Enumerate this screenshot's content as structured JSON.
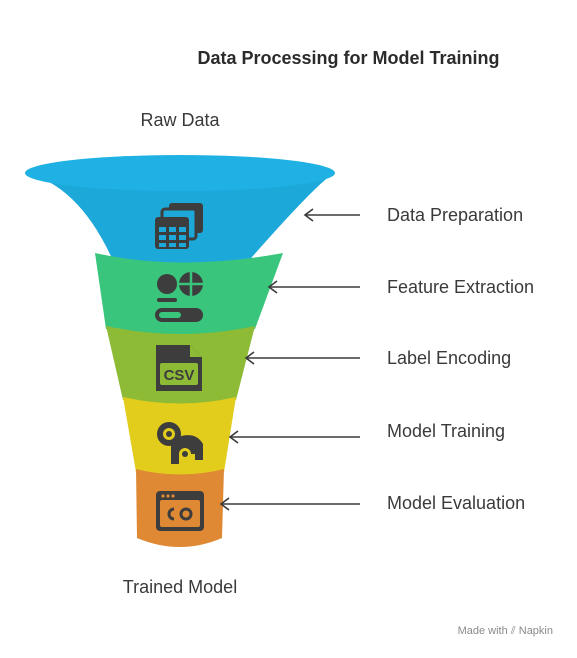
{
  "title": "Data Processing for Model Training",
  "top_label": "Raw Data",
  "bottom_label": "Trained Model",
  "stages": [
    {
      "label": "Data Preparation",
      "icon": "table-stack-icon",
      "color": "#1DA8DA"
    },
    {
      "label": "Feature Extraction",
      "icon": "feature-extraction-icon",
      "color": "#3AC57C"
    },
    {
      "label": "Label Encoding",
      "icon": "csv-file-icon",
      "color": "#8DBB36"
    },
    {
      "label": "Model Training",
      "icon": "ram-icon",
      "color": "#E2CC1C"
    },
    {
      "label": "Model Evaluation",
      "icon": "browser-code-icon",
      "color": "#E08934"
    }
  ],
  "footer": {
    "made_with": "Made with",
    "brand": "Napkin"
  }
}
